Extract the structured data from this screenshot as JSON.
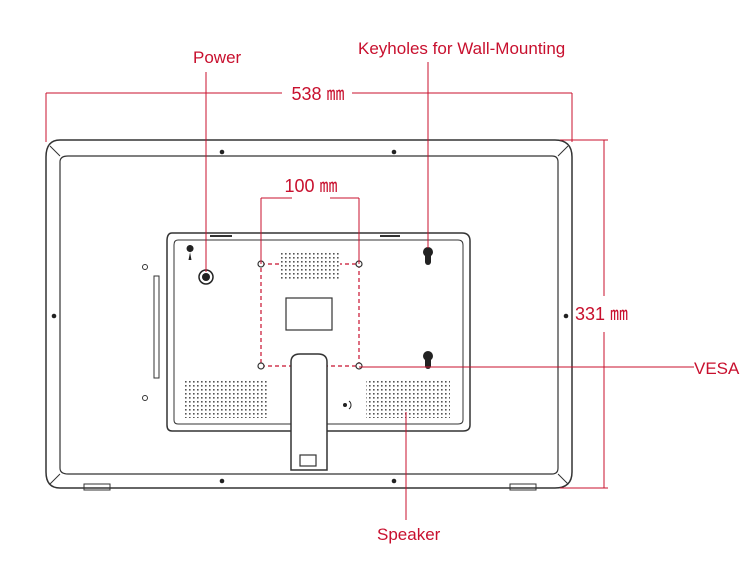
{
  "labels": {
    "power": "Power",
    "keyholes": "Keyholes for Wall-Mounting",
    "vesa": "VESA",
    "speaker": "Speaker"
  },
  "dimensions": {
    "width": "538 ㎜",
    "height": "331 ㎜",
    "vesa": "100 ㎜"
  },
  "colors": {
    "annotation": "#c8102e",
    "outline": "#333333"
  }
}
